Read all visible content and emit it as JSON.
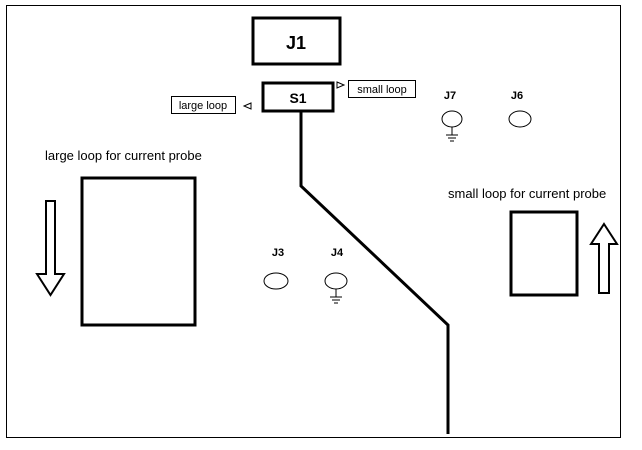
{
  "diagram": {
    "connectors": {
      "j1": "J1",
      "s1": "S1",
      "j3": "J3",
      "j4": "J4",
      "j6": "J6",
      "j7": "J7"
    },
    "labels": {
      "switch_large_loop": "large loop",
      "switch_small_loop": "small loop",
      "large_loop_caption": "large loop for current probe",
      "small_loop_caption": "small loop for current probe"
    }
  }
}
